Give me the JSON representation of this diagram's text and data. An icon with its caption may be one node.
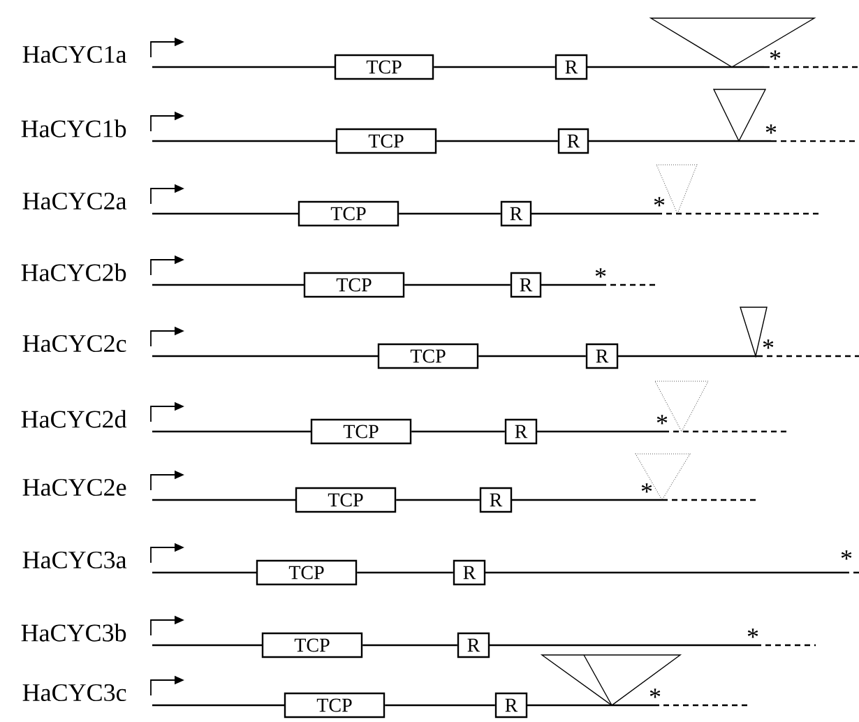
{
  "diagram": {
    "nodes": [
      {
        "text": [
          "TCP"
        ]
      },
      {
        "text": [
          "R"
        ]
      },
      {
        "text": [
          "TCP"
        ]
      },
      {
        "text": [
          "R"
        ]
      },
      {
        "text": [
          "TCP"
        ]
      },
      {
        "text": [
          "R"
        ]
      },
      {
        "text": [
          "TCP"
        ]
      },
      {
        "text": [
          "R"
        ]
      },
      {
        "text": [
          "TCP"
        ]
      },
      {
        "text": [
          "R"
        ]
      },
      {
        "text": [
          "TCP"
        ]
      },
      {
        "text": [
          "R"
        ]
      },
      {
        "text": [
          "TCP"
        ]
      },
      {
        "text": [
          "R"
        ]
      },
      {
        "text": [
          "TCP"
        ]
      },
      {
        "text": [
          "R"
        ]
      },
      {
        "text": [
          "TCP"
        ]
      },
      {
        "text": [
          "R"
        ]
      },
      {
        "text": [
          "TCP"
        ]
      },
      {
        "text": [
          "R"
        ]
      }
    ],
    "edges": [
      {
        "from": 0,
        "to": 1,
        "arrow": "none"
      },
      {
        "from": 2,
        "to": 3,
        "arrow": "none"
      },
      {
        "from": 4,
        "to": 5,
        "arrow": "none"
      },
      {
        "from": 6,
        "to": 7,
        "arrow": "none"
      },
      {
        "from": 8,
        "to": 9,
        "arrow": "none"
      },
      {
        "from": 10,
        "to": 11,
        "arrow": "none"
      },
      {
        "from": 12,
        "to": 13,
        "arrow": "none"
      },
      {
        "from": 14,
        "to": 15,
        "arrow": "none"
      },
      {
        "from": 16,
        "to": 17,
        "arrow": "none"
      },
      {
        "from": 18,
        "to": 19,
        "arrow": "none"
      }
    ],
    "labels": [
      "HaCYC1a",
      "*",
      "HaCYC1b",
      "*",
      "HaCYC2a",
      "*",
      "HaCYC2b",
      "*",
      "HaCYC2c",
      "*",
      "HaCYC2d",
      "*",
      "HaCYC2e",
      "*",
      "HaCYC3a",
      "*",
      "HaCYC3b",
      "*",
      "HaCYC3c",
      "*"
    ]
  }
}
